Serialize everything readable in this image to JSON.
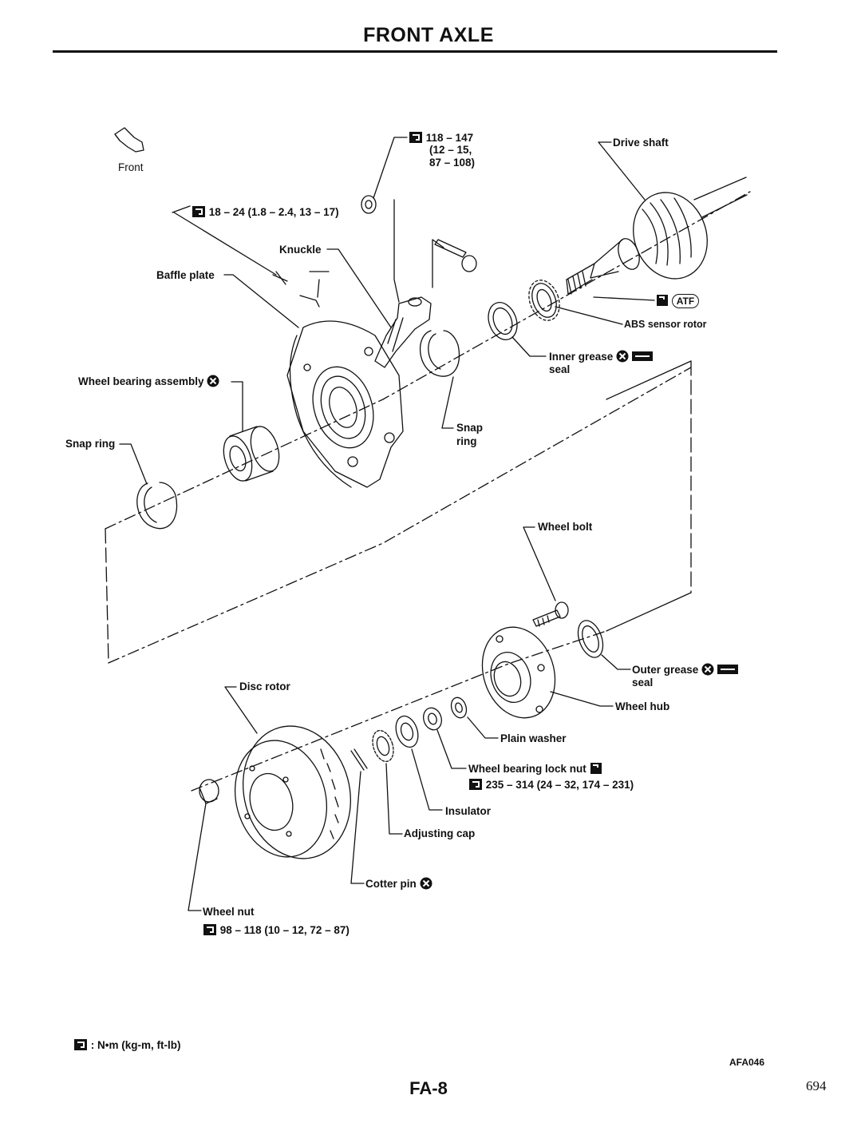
{
  "page": {
    "title": "FRONT AXLE",
    "footer_code": "FA-8",
    "page_number": "694",
    "figure_id": "AFA046"
  },
  "legend": {
    "torque_unit": ": N•m (kg-m, ft-lb)"
  },
  "labels": {
    "front": "Front",
    "torque_top_line1": "118 – 147",
    "torque_top_line2": "(12 – 15,",
    "torque_top_line3": "87 – 108)",
    "drive_shaft": "Drive shaft",
    "torque_18_24": "18 – 24 (1.8 – 2.4, 13 – 17)",
    "knuckle": "Knuckle",
    "baffle_plate": "Baffle plate",
    "atf": "ATF",
    "abs_sensor_rotor": "ABS sensor rotor",
    "inner_grease_seal_line1": "Inner grease",
    "inner_grease_seal_line2": "seal",
    "wheel_bearing_assembly": "Wheel bearing assembly",
    "snap_ring_left": "Snap ring",
    "snap_ring_right_line1": "Snap",
    "snap_ring_right_line2": "ring",
    "wheel_bolt": "Wheel bolt",
    "outer_grease_seal_line1": "Outer grease",
    "outer_grease_seal_line2": "seal",
    "disc_rotor": "Disc rotor",
    "wheel_hub": "Wheel hub",
    "plain_washer": "Plain washer",
    "wheel_bearing_lock_nut": "Wheel bearing lock nut",
    "torque_235_314": "235 – 314 (24 – 32, 174 – 231)",
    "insulator": "Insulator",
    "adjusting_cap": "Adjusting cap",
    "cotter_pin": "Cotter pin",
    "wheel_nut": "Wheel nut",
    "torque_98_118": "98 – 118 (10 – 12, 72 – 87)"
  }
}
